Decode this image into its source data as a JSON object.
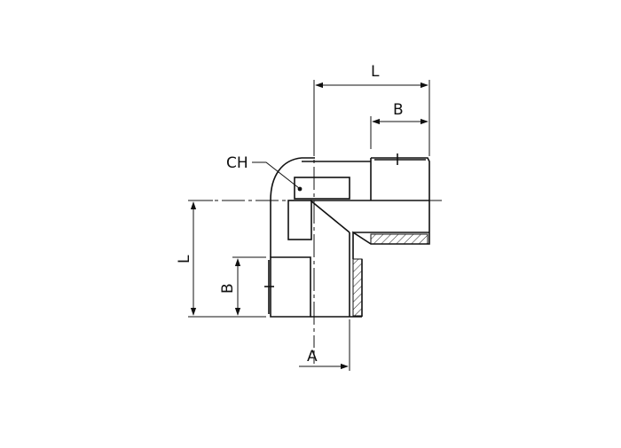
{
  "diagram": {
    "labels": {
      "ch": "CH",
      "top_length": "L",
      "top_thread": "B",
      "left_length": "L",
      "left_thread": "B",
      "bottom_a": "A"
    }
  }
}
